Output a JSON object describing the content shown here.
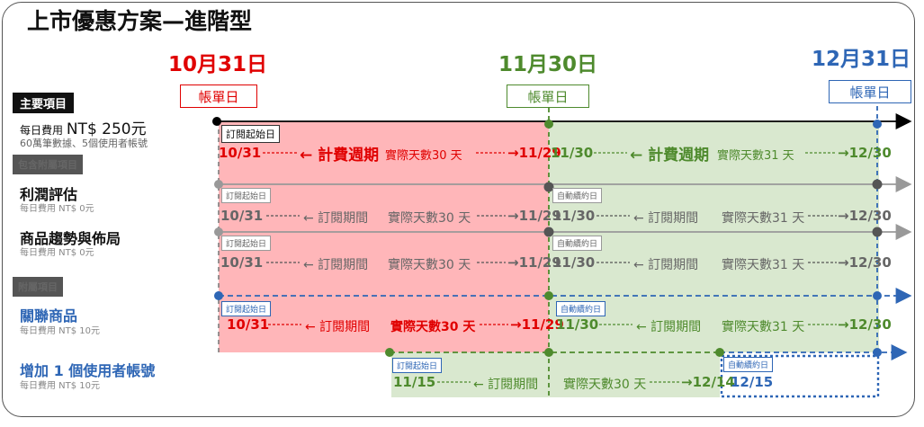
{
  "title": "上市優惠方案—進階型",
  "dates": {
    "d1": "10月31日",
    "d2": "11月30日",
    "d3": "12月31日"
  },
  "bill_label": "帳單日",
  "main_item": {
    "tag": "主要項目",
    "fee_prefix": "每日費用",
    "fee_value": "NT$ 250元",
    "desc": "60萬筆數據、5個使用者帳號"
  },
  "included": {
    "tag": "包含附屬項目",
    "items": [
      {
        "name": "利潤評估",
        "fee": "每日費用 NT$ 0元"
      },
      {
        "name": "商品趨勢與佈局",
        "fee": "每日費用 NT$ 0元"
      }
    ]
  },
  "addons": {
    "tag": "附屬項目",
    "items": [
      {
        "name": "關聯商品",
        "fee": "每日費用 NT$ 10元"
      },
      {
        "name": "增加 1 個使用者帳號",
        "fee": "每日費用 NT$ 10元"
      }
    ]
  },
  "tags": {
    "start": "訂閱起始日",
    "start_main": "訂閱起始日",
    "renew": "自動續約日"
  },
  "row_main": {
    "p1_start": "10/31",
    "p1_label": "計費週期",
    "p1_days": "實際天數30 天",
    "p1_end": "11/29",
    "p2_start": "11/30",
    "p2_label": "計費週期",
    "p2_days": "實際天數31 天",
    "p2_end": "12/30"
  },
  "row_sub": {
    "p1_start": "10/31",
    "p1_label": "訂閱期間",
    "p1_days": "實際天數30 天",
    "p1_end": "11/29",
    "p2_start": "11/30",
    "p2_label": "訂閱期間",
    "p2_days": "實際天數31 天",
    "p2_end": "12/30"
  },
  "row_addon2": {
    "p1_start": "11/15",
    "p1_label": "訂閱期間",
    "p1_days": "實際天數30 天",
    "p1_end": "12/14",
    "p2_start": "12/15"
  },
  "colors": {
    "red": "#e00000",
    "green": "#4e8a2d",
    "blue": "#2e66b5",
    "pink": "#ffb6b9",
    "lightgreen": "#d9e8cf"
  }
}
